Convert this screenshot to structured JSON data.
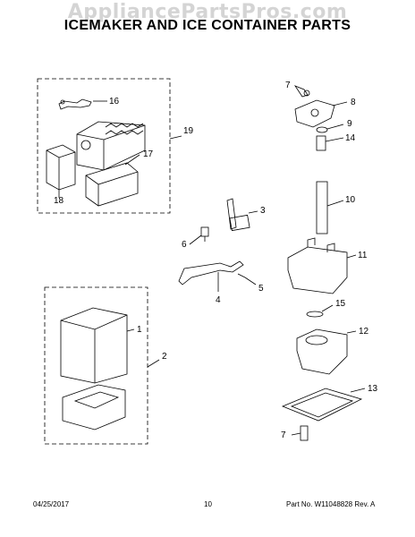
{
  "watermark": "AppliancePartsPros.com",
  "title": "ICEMAKER AND ICE CONTAINER PARTS",
  "callouts": {
    "c1": "1",
    "c2": "2",
    "c3": "3",
    "c4": "4",
    "c5": "5",
    "c6": "6",
    "c7a": "7",
    "c7b": "7",
    "c8": "8",
    "c9": "9",
    "c10": "10",
    "c11": "11",
    "c12": "12",
    "c13": "13",
    "c14": "14",
    "c15": "15",
    "c16": "16",
    "c17": "17",
    "c18": "18",
    "c19": "19"
  },
  "footer": {
    "date": "04/25/2017",
    "page": "10",
    "part_no": "Part No. W11048828  Rev. A"
  }
}
